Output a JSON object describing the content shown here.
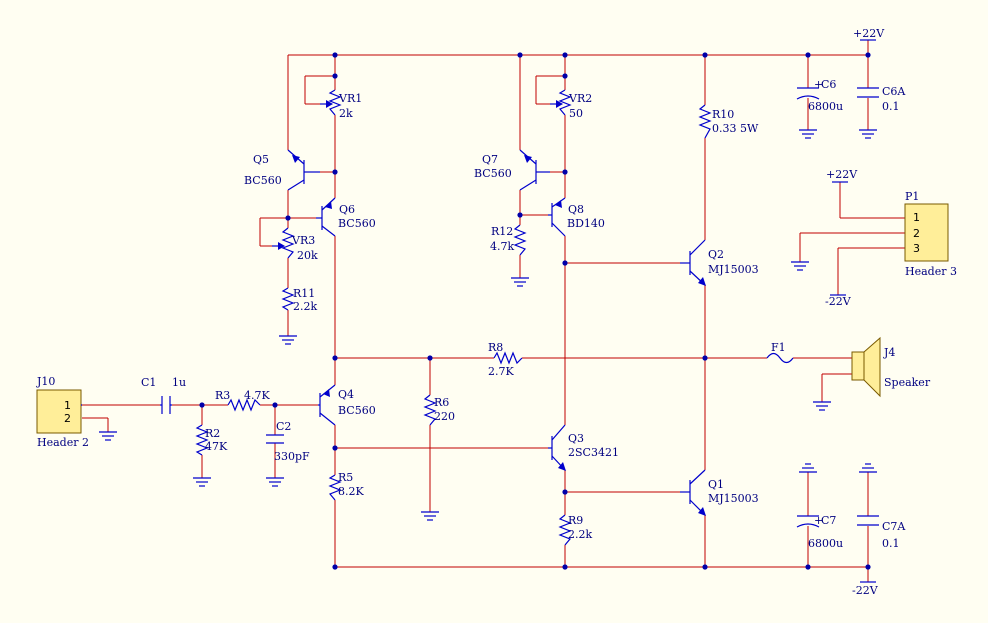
{
  "power": {
    "vpos_top": "+22V",
    "vpos_p1": "+22V",
    "vneg_p1": "-22V",
    "vneg_bottom": "-22V"
  },
  "components": {
    "J10": {
      "ref": "J10",
      "value": "Header 2",
      "pins": [
        "1",
        "2"
      ]
    },
    "C1": {
      "ref": "C1",
      "value": "1u"
    },
    "R3": {
      "ref": "R3",
      "value": "4.7K"
    },
    "R2": {
      "ref": "R2",
      "value": "47K"
    },
    "C2": {
      "ref": "C2",
      "value": "330pF"
    },
    "Q4": {
      "ref": "Q4",
      "value": "BC560"
    },
    "Q5": {
      "ref": "Q5",
      "value": "BC560"
    },
    "Q6": {
      "ref": "Q6",
      "value": "BC560"
    },
    "VR1": {
      "ref": "VR1",
      "value": "2k"
    },
    "VR3": {
      "ref": "VR3",
      "value": "20k"
    },
    "R11": {
      "ref": "R11",
      "value": "2.2k"
    },
    "R5": {
      "ref": "R5",
      "value": "8.2K"
    },
    "R6": {
      "ref": "R6",
      "value": "220"
    },
    "R8": {
      "ref": "R8",
      "value": "2.7K"
    },
    "Q7": {
      "ref": "Q7",
      "value": "BC560"
    },
    "Q8": {
      "ref": "Q8",
      "value": "BD140"
    },
    "VR2": {
      "ref": "VR2",
      "value": "50"
    },
    "R12": {
      "ref": "R12",
      "value": "4.7k"
    },
    "Q3": {
      "ref": "Q3",
      "value": "2SC3421"
    },
    "R9": {
      "ref": "R9",
      "value": "2.2k"
    },
    "R10": {
      "ref": "R10",
      "value": "0.33 5W"
    },
    "Q2": {
      "ref": "Q2",
      "value": "MJ15003"
    },
    "Q1": {
      "ref": "Q1",
      "value": "MJ15003"
    },
    "C6": {
      "ref": "C6",
      "value": "6800u"
    },
    "C6A": {
      "ref": "C6A",
      "value": "0.1"
    },
    "C7": {
      "ref": "C7",
      "value": "6800u"
    },
    "C7A": {
      "ref": "C7A",
      "value": "0.1"
    },
    "P1": {
      "ref": "P1",
      "value": "Header 3",
      "pins": [
        "1",
        "2",
        "3"
      ]
    },
    "F1": {
      "ref": "F1"
    },
    "J4": {
      "ref": "J4",
      "value": "Speaker"
    }
  },
  "polarity_mark": "+",
  "colors": {
    "wire": "#c00000",
    "symbol": "#0000cc",
    "label": "#000080",
    "junction": "#0000aa",
    "background": "#fffef2",
    "header_fill": "#ffee99"
  }
}
